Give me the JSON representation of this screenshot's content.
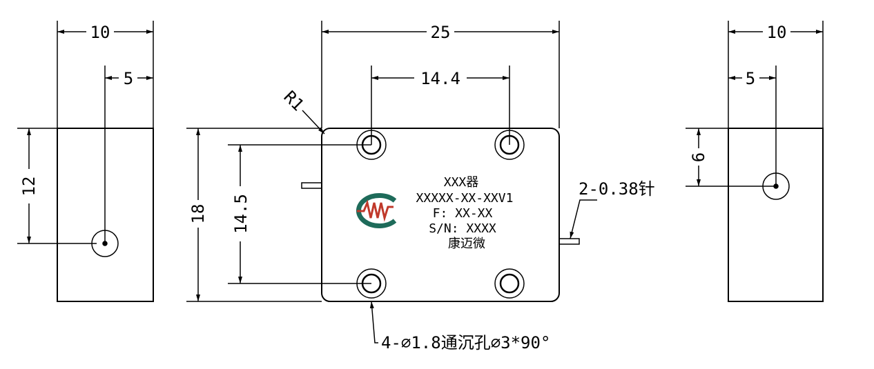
{
  "left_view": {
    "width_dim": "10",
    "offset_dim": "5",
    "height_dim": "12"
  },
  "front_view": {
    "width_dim": "25",
    "hole_spacing_x_dim": "14.4",
    "height_dim": "18",
    "hole_spacing_y_dim": "14.5",
    "corner_radius_dim": "R1",
    "hole_note": "4-∅1.8通沉孔∅3*90°",
    "pin_note": "2-0.38针",
    "label": {
      "line1": "XXX器",
      "line2": "XXXXX-XX-XXV1",
      "line3": "F: XX-XX",
      "line4": "S/N: XXXX",
      "line5": "康迈微"
    },
    "logo_color": "#c0392b",
    "logo_ring_color": "#1e6b5a"
  },
  "right_view": {
    "width_dim": "10",
    "offset_dim": "5",
    "height_dim": "6"
  }
}
